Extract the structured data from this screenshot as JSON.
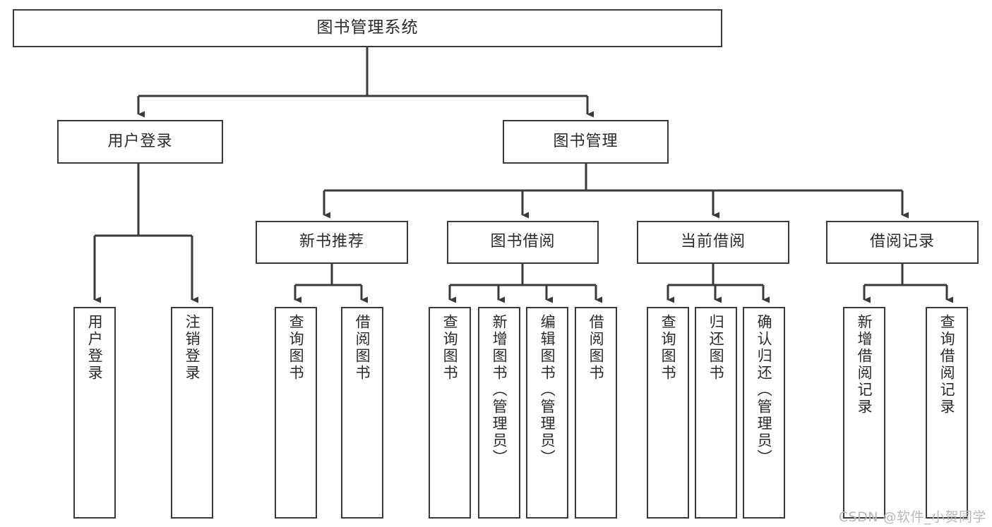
{
  "diagram": {
    "title": "图书管理系统",
    "type": "功能结构图",
    "root": {
      "label": "图书管理系统"
    },
    "level1": [
      {
        "label": "用户登录"
      },
      {
        "label": "图书管理"
      }
    ],
    "level2": [
      {
        "label": "新书推荐"
      },
      {
        "label": "图书借阅"
      },
      {
        "label": "当前借阅"
      },
      {
        "label": "借阅记录"
      }
    ],
    "leaves": {
      "user_login": [
        {
          "label": "用户登录"
        },
        {
          "label": "注销登录"
        }
      ],
      "new_book_recommend": [
        {
          "label": "查询图书"
        },
        {
          "label": "借阅图书"
        }
      ],
      "book_borrow": [
        {
          "label": "查询图书"
        },
        {
          "label": "新增图书（管理员）"
        },
        {
          "label": "编辑图书（管理员）"
        },
        {
          "label": "借阅图书"
        }
      ],
      "current_borrow": [
        {
          "label": "查询图书"
        },
        {
          "label": "归还图书"
        },
        {
          "label": "确认归还（管理员）"
        }
      ],
      "borrow_record": [
        {
          "label": "新增借阅记录"
        },
        {
          "label": "查询借阅记录"
        }
      ]
    },
    "watermark": "CSDN @软件_小贺同学",
    "colors": {
      "line": "#3a3a3a",
      "box_border": "#3a3a3a",
      "box_fill": "#ffffff",
      "text": "#2b2b2b",
      "watermark": "#b9b9b9",
      "background": "#ffffff"
    }
  }
}
